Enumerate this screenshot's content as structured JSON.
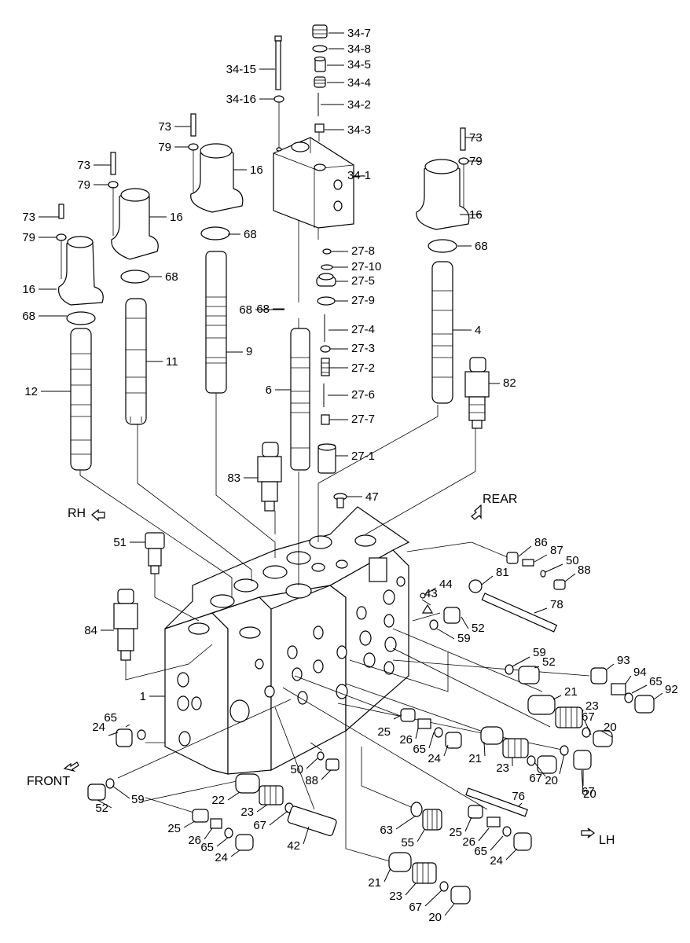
{
  "directions": {
    "rh": "RH",
    "rear": "REAR",
    "front": "FRONT",
    "lh": "LH"
  },
  "callouts": [
    "34-7",
    "34-8",
    "34-5",
    "34-4",
    "34-2",
    "34-3",
    "34-1",
    "34-15",
    "34-16",
    "73",
    "79",
    "16",
    "68",
    "73",
    "79",
    "16",
    "68",
    "73",
    "79",
    "16",
    "68",
    "68",
    "73",
    "79",
    "16",
    "68",
    "27-8",
    "27-10",
    "27-5",
    "27-9",
    "27-4",
    "27-3",
    "27-2",
    "27-6",
    "27-7",
    "27-1",
    "68",
    "9",
    "11",
    "12",
    "6",
    "4",
    "82",
    "83",
    "47",
    "51",
    "84",
    "1",
    "86",
    "87",
    "50",
    "88",
    "81",
    "44",
    "43",
    "78",
    "52",
    "59",
    "59",
    "52",
    "93",
    "94",
    "65",
    "92",
    "21",
    "23",
    "67",
    "20",
    "65",
    "24",
    "25",
    "26",
    "65",
    "24",
    "21",
    "23",
    "67",
    "20",
    "67",
    "20",
    "50",
    "88",
    "52",
    "59",
    "22",
    "23",
    "67",
    "25",
    "26",
    "65",
    "24",
    "42",
    "63",
    "55",
    "25",
    "26",
    "65",
    "24",
    "76",
    "21",
    "23",
    "67",
    "20"
  ]
}
